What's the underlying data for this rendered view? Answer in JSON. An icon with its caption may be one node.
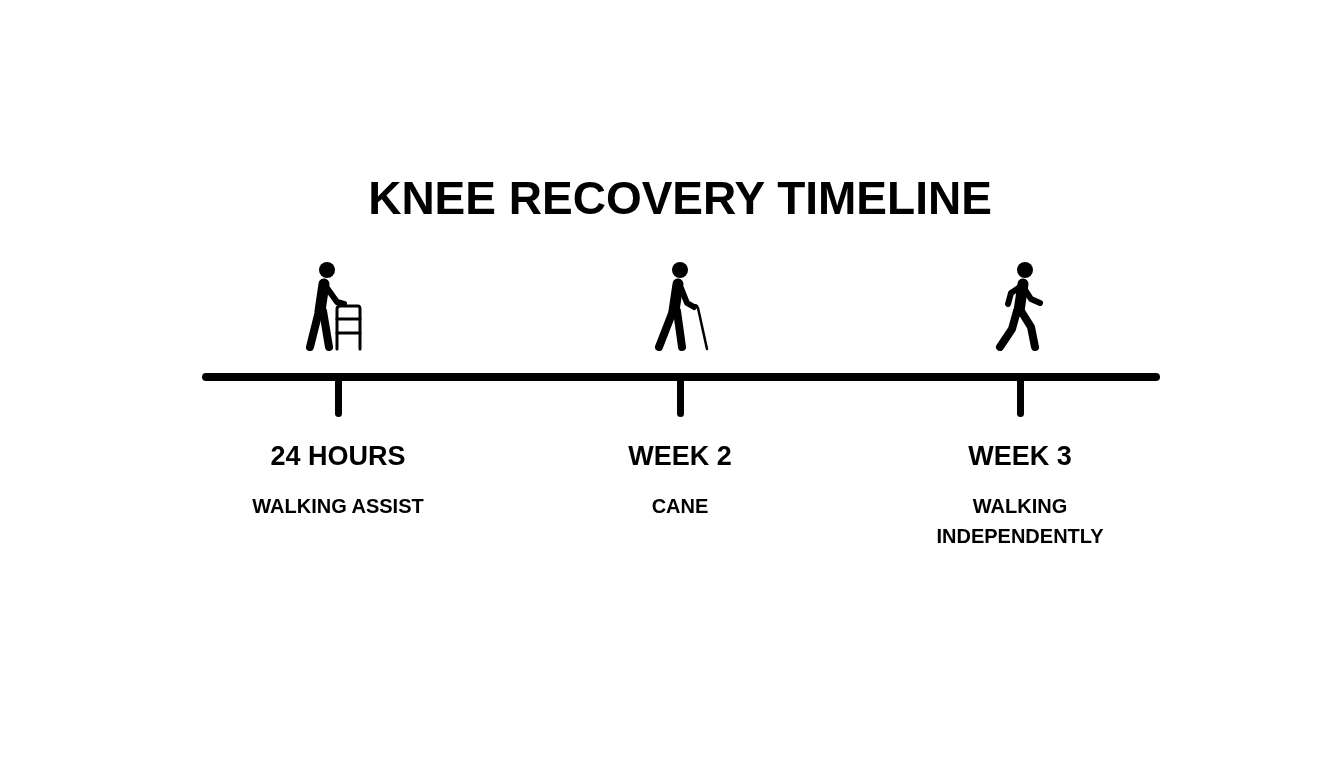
{
  "diagram": {
    "title": "KNEE RECOVERY TIMELINE",
    "labels": [
      "24 HOURS",
      "WALKING ASSIST",
      "WEEK 2",
      "CANE",
      "WEEK 3",
      "WALKING INDEPENDENTLY"
    ]
  }
}
